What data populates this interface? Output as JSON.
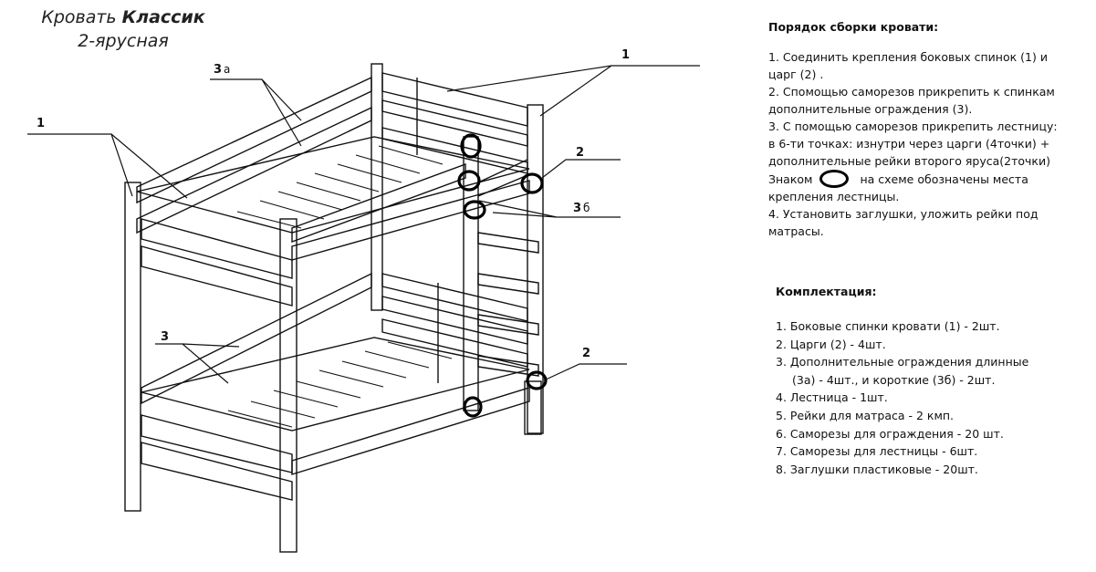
{
  "title": {
    "line1_regular": "Кровать ",
    "line1_bold": "Классик",
    "line2": "2-ярусная"
  },
  "labels": {
    "l1_left": "1",
    "l1_right": "1",
    "l2_upper": "2",
    "l2_lower": "2",
    "l3a": "3",
    "l3a_sub": "а",
    "l3b": "3",
    "l3b_sub": "б",
    "l3": "3"
  },
  "assembly": {
    "heading": "Порядок сборки кровати:",
    "step1": "1. Соединить крепления боковых спинок (1) и",
    "step1b": "царг (2) .",
    "step2": "2. Спомощью саморезов прикрепить к спинкам",
    "step2b": "дополнительные ограждения (3).",
    "step3": "3. С помощью саморезов прикрепить лестницу:",
    "step3b": "в 6-ти точках: изнутри через царги (4точки) +",
    "step3c": "дополнительные рейки второго яруса(2точки)",
    "legend_pre": "Знаком",
    "legend_post": "на схеме обозначены места",
    "legend_b": "крепления лестницы.",
    "step4": "4. Установить заглушки, уложить рейки под",
    "step4b": "матрасы."
  },
  "kit": {
    "heading": "Комплектация:",
    "items": [
      "1. Боковые спинки кровати (1) - 2шт.",
      "2. Царги (2) - 4шт.",
      "3. Дополнительные ограждения длинные",
      "(3а) - 4шт., и короткие (3б) - 2шт.",
      "4. Лестница - 1шт.",
      "5. Рейки для матраса - 2 кмп.",
      "6. Саморезы для ограждения - 20 шт.",
      "7. Саморезы для лестницы - 6шт.",
      "8. Заглушки пластиковые - 20шт."
    ]
  },
  "colors": {
    "line": "#111111",
    "marker": "#000000"
  }
}
